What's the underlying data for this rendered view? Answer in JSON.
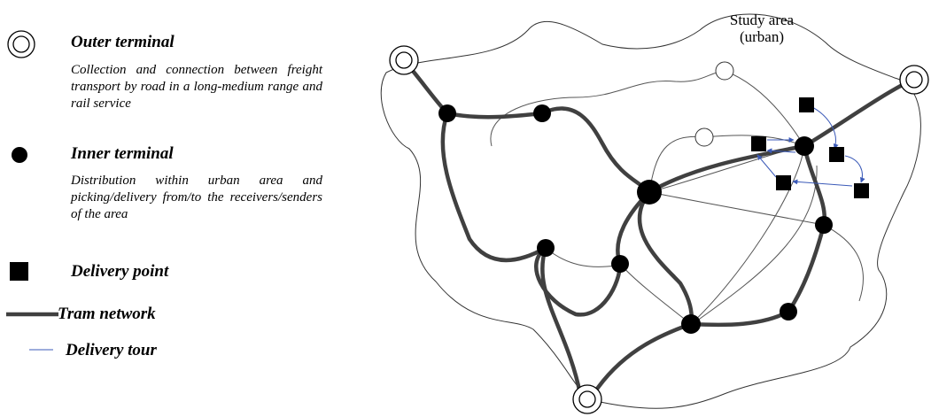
{
  "legend": {
    "outer_terminal": {
      "title": "Outer terminal",
      "description": "Collection and connection between freight transport by road in a long-medium range and rail service"
    },
    "inner_terminal": {
      "title": "Inner terminal",
      "description": "Distribution within urban area and picking/delivery from/to the receivers/senders of the area"
    },
    "delivery_point": {
      "title": "Delivery point"
    },
    "tram_network": {
      "title": "Tram network"
    },
    "delivery_tour": {
      "title": "Delivery tour"
    }
  },
  "study_area": {
    "line1": "Study area",
    "line2": "(urban)"
  },
  "colors": {
    "tram": "#404040",
    "tour": "#3b5ab8",
    "thin_line": "#555555"
  }
}
